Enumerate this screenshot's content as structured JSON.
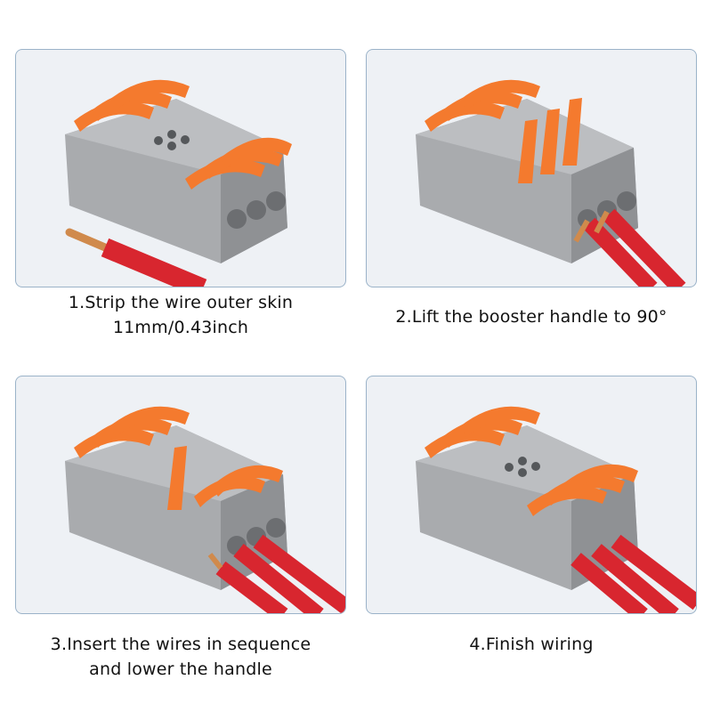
{
  "steps": [
    {
      "line1": "1.Strip the wire outer skin",
      "line2": "11mm/0.43inch"
    },
    {
      "line1": "2.Lift the booster handle to 90°",
      "line2": ""
    },
    {
      "line1": "3.Insert the wires in sequence",
      "line2": "and lower the handle"
    },
    {
      "line1": "4.Finish wiring",
      "line2": ""
    }
  ],
  "colors": {
    "connector_body": "#a9abae",
    "lever": "#f47a2e",
    "wire_insulation": "#d8262f",
    "copper": "#d08a4c",
    "panel_background": "#eef1f5",
    "panel_border": "#9bb3c9"
  }
}
